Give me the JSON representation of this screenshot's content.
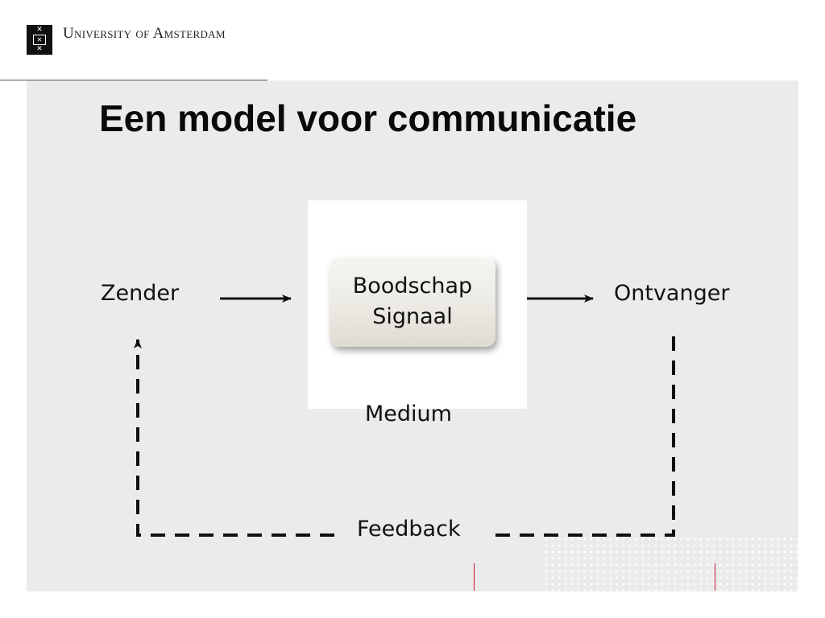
{
  "header": {
    "university_name": "University of Amsterdam"
  },
  "slide": {
    "title": "Een model voor communicatie"
  },
  "diagram": {
    "sender": "Zender",
    "message_line1": "Boodschap",
    "message_line2": "Signaal",
    "receiver": "Ontvanger",
    "medium": "Medium",
    "feedback": "Feedback"
  },
  "colors": {
    "slide_background": "#ebebeb",
    "accent_red": "#c8102e",
    "text": "#111111"
  }
}
